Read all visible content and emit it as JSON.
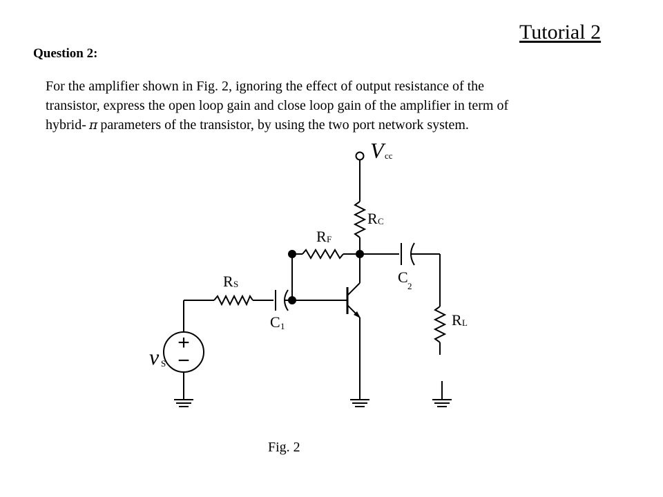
{
  "header": {
    "title": "Tutorial 2"
  },
  "question": {
    "label": "Question 2:",
    "lines": [
      "For the amplifier shown in Fig. 2, ignoring the effect of output resistance of the",
      "transistor, express the open loop gain and close loop gain of the amplifier in term of"
    ],
    "line3_prefix": "hybrid-",
    "pi_symbol": "π",
    "line3_suffix": "parameters of the transistor, by using the two port network system."
  },
  "circuit": {
    "labels": {
      "vcc_main": "V",
      "vcc_sub": "cc",
      "rc_main": "R",
      "rc_sub": "C",
      "rf_main": "R",
      "rf_sub": "F",
      "rs_main": "R",
      "rs_sub": "S",
      "c1_main": "C",
      "c1_sub": "1",
      "c2_main": "C",
      "c2_sub": "2",
      "rl_main": "R",
      "rl_sub": "L",
      "vs_main": "v",
      "vs_sub": "S",
      "plus": "+",
      "minus": "−"
    }
  },
  "figure": {
    "caption": "Fig. 2"
  }
}
